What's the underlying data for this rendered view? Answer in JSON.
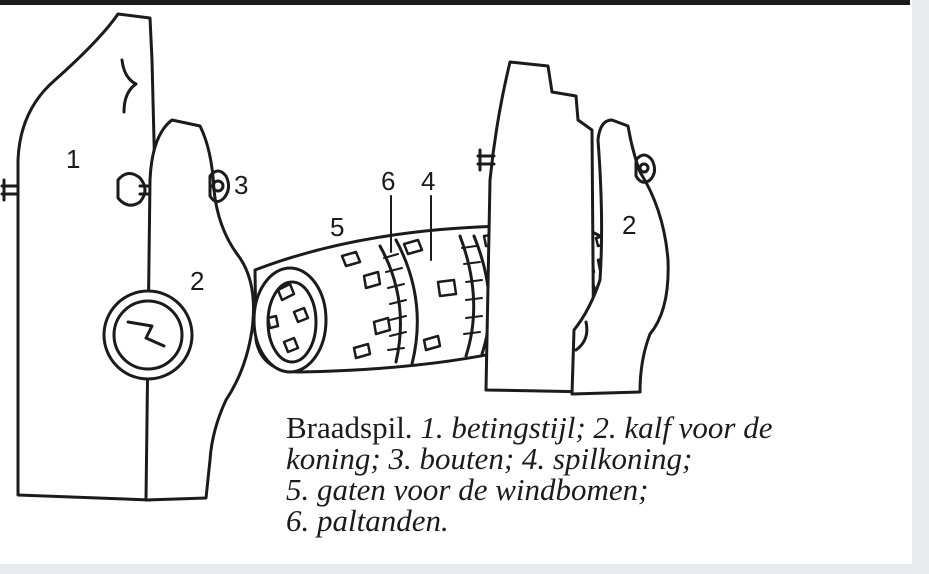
{
  "callouts": {
    "n1": "1",
    "n2_left": "2",
    "n3": "3",
    "n4": "4",
    "n5": "5",
    "n6": "6",
    "n2_right": "2"
  },
  "caption": {
    "line1_title": "Braadspil.",
    "line1_rest": "1. betingstijl; 2. kalf voor de",
    "line2": "koning; 3. bouten; 4. spilkoning;",
    "line3": "5. gaten voor de windbomen;",
    "line4": "6. paltanden."
  },
  "colors": {
    "ink": "#1b1b1b",
    "paper": "#ffffff",
    "frame": "#e8ebee"
  }
}
